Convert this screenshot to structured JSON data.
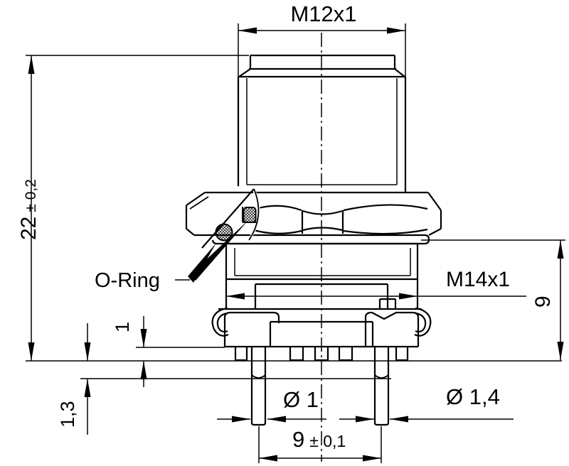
{
  "drawing": {
    "labels": {
      "m12": "M12x1",
      "m14": "M14x1",
      "oring": "O-Ring"
    },
    "dims": {
      "dim_22": {
        "value": "22",
        "tolerance": "± 0,2"
      },
      "dim_9_vertical": {
        "value": "9"
      },
      "dim_1": {
        "value": "1"
      },
      "dim_1_3": {
        "value": "1,3"
      },
      "dia_1": {
        "label": "Ø 1"
      },
      "dia_1_4": {
        "label": "Ø 1,4"
      },
      "dim_9_spacing": {
        "value": "9",
        "tolerance": "± 0,1"
      }
    },
    "colors": {
      "line": "#000000",
      "background": "#ffffff"
    }
  }
}
